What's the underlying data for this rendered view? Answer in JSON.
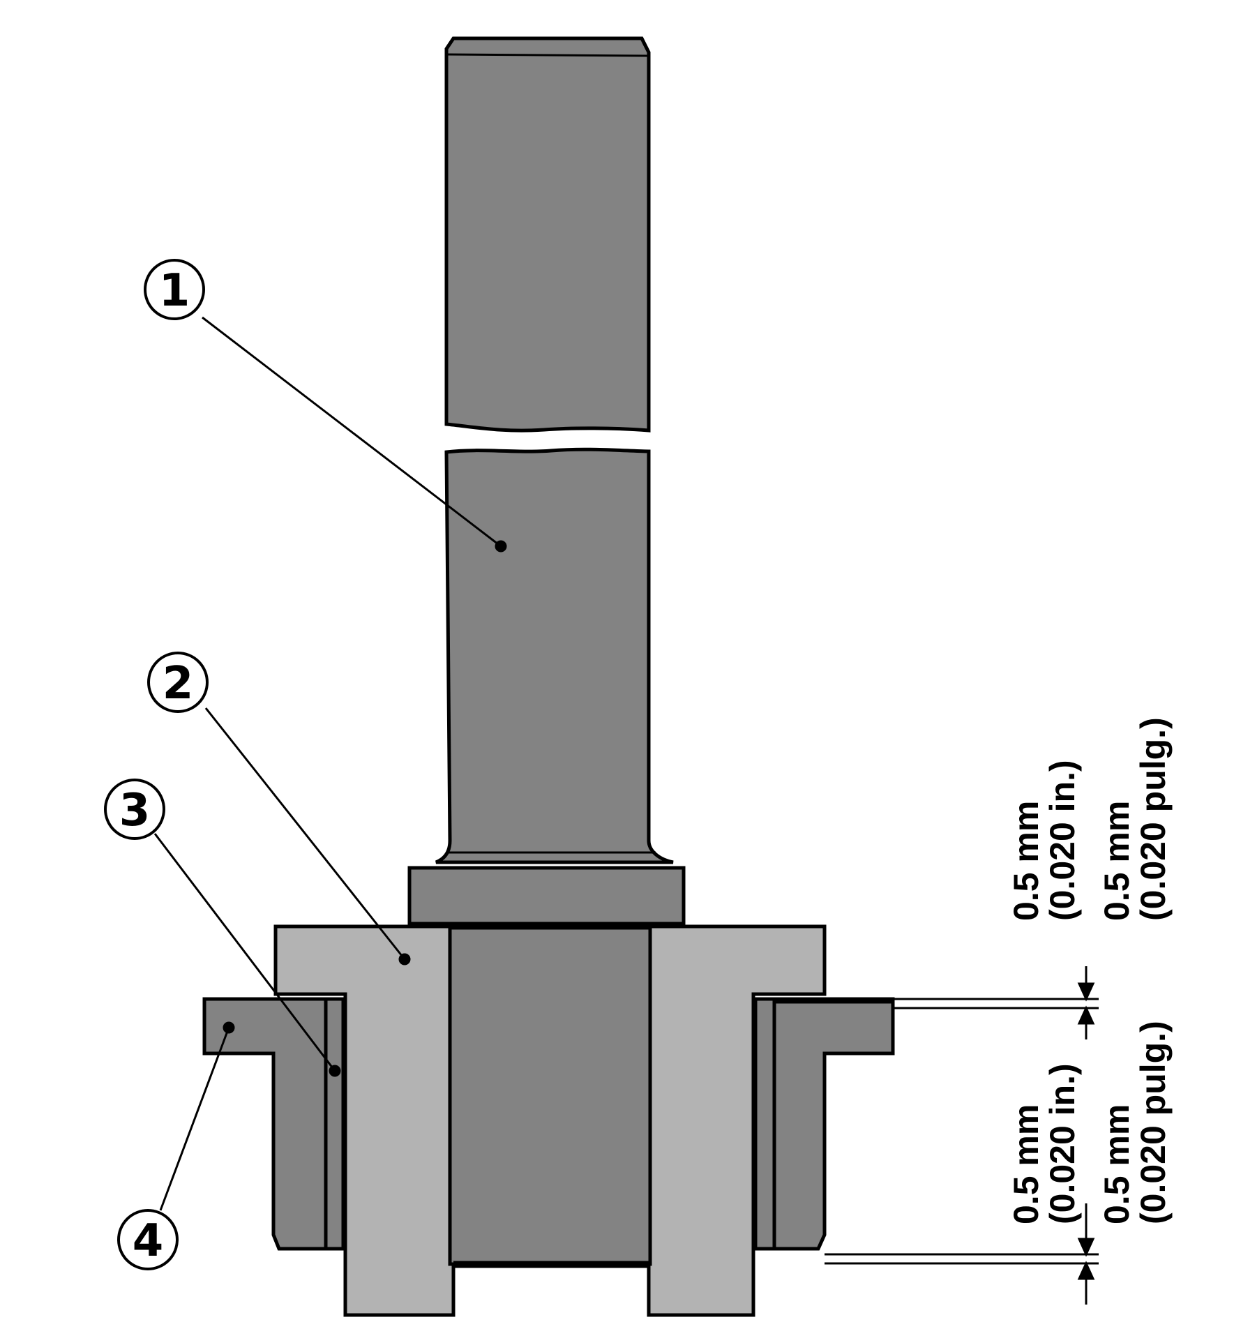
{
  "callouts": [
    {
      "id": "1",
      "label": "1"
    },
    {
      "id": "2",
      "label": "2"
    },
    {
      "id": "3",
      "label": "3"
    },
    {
      "id": "4",
      "label": "4"
    }
  ],
  "dimensions": {
    "upper": {
      "metric_en": "0.5 mm",
      "imperial_en": "(0.020 in.)",
      "metric_es": "0.5 mm",
      "imperial_es": "(0.020 pulg.)"
    },
    "lower": {
      "metric_en": "0.5 mm",
      "imperial_en": "(0.020 in.)",
      "metric_es": "0.5 mm",
      "imperial_es": "(0.020 pulg.)"
    }
  },
  "colors": {
    "dark_gray": "#838383",
    "light_gray": "#b3b3b3",
    "outline": "#000000",
    "background": "#ffffff"
  }
}
